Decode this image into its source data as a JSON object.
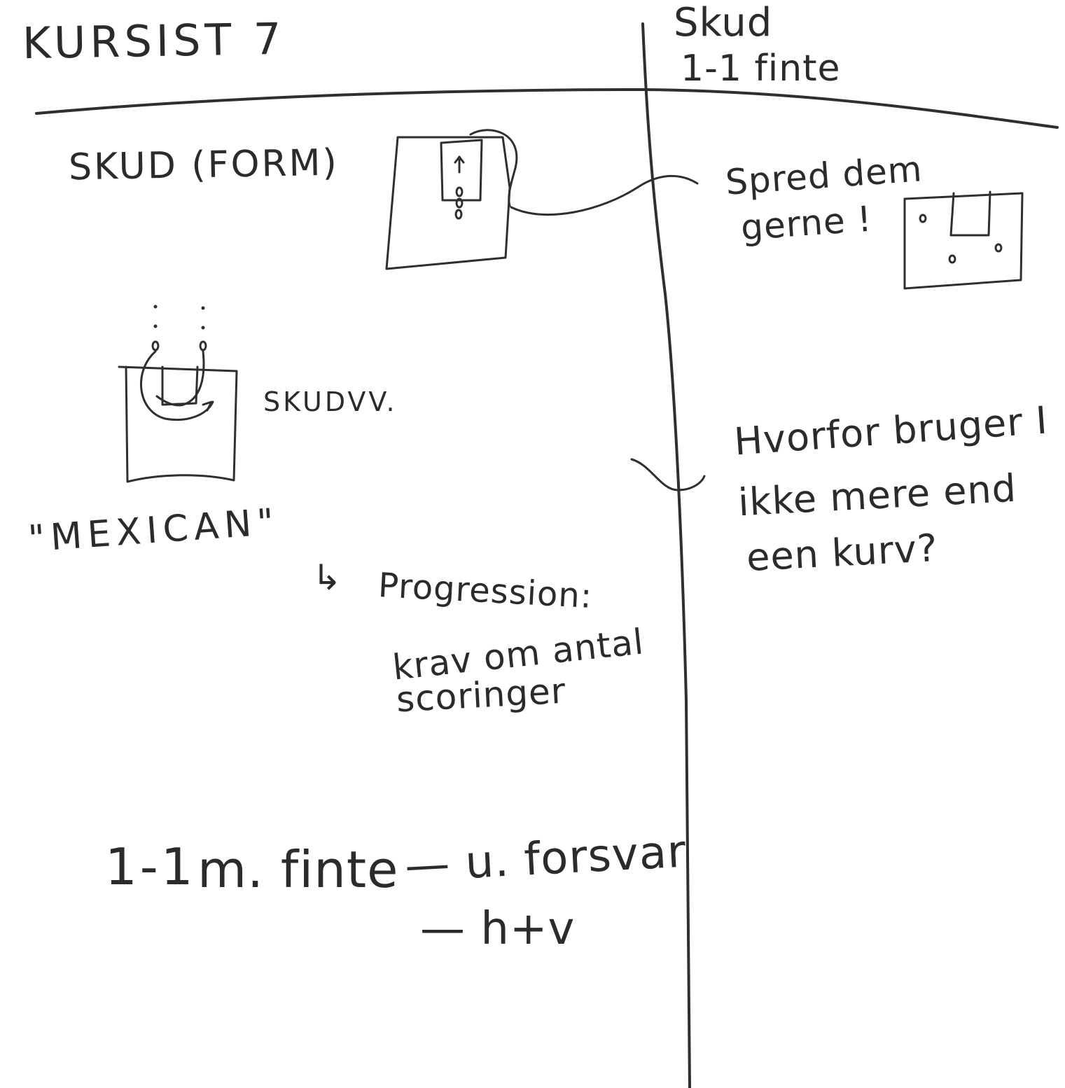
{
  "left_column": {
    "title": "KURSIST 7",
    "section_heading": "SKUD (FORM)",
    "drill_label": "SKUDVV.",
    "drill_name": "\"MEXICAN\"",
    "progression": {
      "arrow_symbol": "↳",
      "label": "Progression:",
      "lines": [
        "krav om antal",
        "scoringer"
      ]
    },
    "one_on_one": {
      "label": "1-1",
      "with_feint": "m. finte",
      "options": [
        "— u. forsvar",
        "— h+v"
      ]
    }
  },
  "right_column": {
    "header_lines": [
      "Skud",
      "1-1 finte"
    ],
    "spread_note": [
      "Spred dem",
      "gerne !"
    ],
    "question": [
      "Hvorfor bruger I",
      "ikke mere end",
      "een kurv?"
    ]
  }
}
